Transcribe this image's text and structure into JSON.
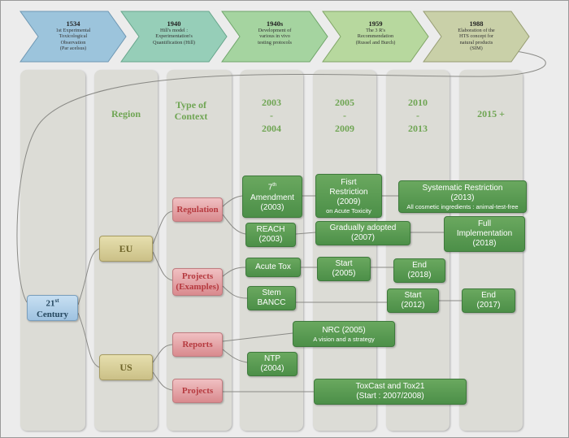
{
  "timeline": [
    {
      "year": "1534",
      "lines": [
        "1st Experimental",
        "Toxicological",
        "Observation",
        "(Par acelsus)"
      ]
    },
    {
      "year": "1940",
      "lines": [
        "Hill's model :",
        "Experimentation's",
        "Quantification (Hill)"
      ]
    },
    {
      "year": "1940s",
      "lines": [
        "Development of",
        "various in vivo",
        "testing protocols"
      ]
    },
    {
      "year": "1959",
      "lines": [
        "The 3 R's",
        "Recommendation",
        "(Russel and Burch)"
      ]
    },
    {
      "year": "1988",
      "lines": [
        "Elaboration of the",
        "HTS concept for",
        "natural products",
        "(SIM)"
      ]
    }
  ],
  "columns": [
    {
      "lines": [
        "Region"
      ]
    },
    {
      "lines": [
        "Type of",
        "Context"
      ]
    },
    {
      "lines": [
        "2003",
        "-",
        "2004"
      ]
    },
    {
      "lines": [
        "2005",
        "-",
        "2009"
      ]
    },
    {
      "lines": [
        "2010",
        "-",
        "2013"
      ]
    },
    {
      "lines": [
        "2015 +"
      ]
    }
  ],
  "century": {
    "num": "21",
    "sup": "st",
    "word": "Century"
  },
  "regions": {
    "eu": "EU",
    "us": "US"
  },
  "contexts": {
    "regulation": "Regulation",
    "projects_eu_1": "Projects",
    "projects_eu_2": "(Examples)",
    "reports": "Reports",
    "projects_us": "Projects"
  },
  "events": {
    "seventh_amendment": {
      "num": "7",
      "sup": "th",
      "name": "Amendment",
      "year": "(2003)"
    },
    "first_restriction": {
      "line1": "Fisrt",
      "line2": "Restriction",
      "line3": "(2009)",
      "line4": "on Acute Toxicity"
    },
    "systematic_restriction": {
      "line1": "Systematic Restriction",
      "line2": "(2013)",
      "line3": "All cosmetic ingredients : animal-test-free"
    },
    "reach": {
      "line1": "REACH",
      "line2": "(2003)"
    },
    "gradually_adopted": {
      "line1": "Gradually adopted",
      "line2": "(2007)"
    },
    "full_implementation": {
      "line1": "Full",
      "line2": "Implementation",
      "line3": "(2018)"
    },
    "acute_tox": {
      "line1": "Acute Tox"
    },
    "acute_start": {
      "line1": "Start",
      "line2": "(2005)"
    },
    "acute_end": {
      "line1": "End",
      "line2": "(2018)"
    },
    "stem_bancc": {
      "line1": "Stem",
      "line2": "BANCC"
    },
    "stem_start": {
      "line1": "Start",
      "line2": "(2012)"
    },
    "stem_end": {
      "line1": "End",
      "line2": "(2017)"
    },
    "nrc": {
      "line1": "NRC (2005)",
      "line2": "A vision and a strategy"
    },
    "ntp": {
      "line1": "NTP",
      "line2": "(2004)"
    },
    "toxcast": {
      "line1": "ToxCast and Tox21",
      "line2": "(Start : 2007/2008)"
    }
  },
  "colors": {
    "event_box": "#5a9b52",
    "context_box": "#e3a6aa",
    "region_box": "#ddd39c",
    "century_box": "#b3d3ec",
    "column_header_text": "#6fa553"
  }
}
